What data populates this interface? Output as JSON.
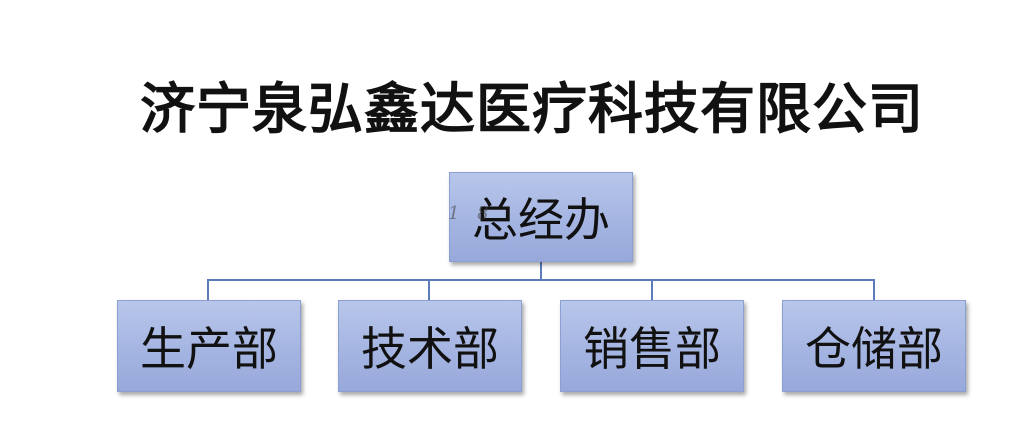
{
  "title": "济宁泉弘鑫达医疗科技有限公司",
  "top_node": {
    "label": "总经办"
  },
  "departments": [
    {
      "label": "生产部"
    },
    {
      "label": "技术部"
    },
    {
      "label": "销售部"
    },
    {
      "label": "仓储部"
    }
  ],
  "watermark": "1 8",
  "colors": {
    "box_fill": "#a5b5e2",
    "connector": "#5b7cb8",
    "text": "#111111"
  }
}
